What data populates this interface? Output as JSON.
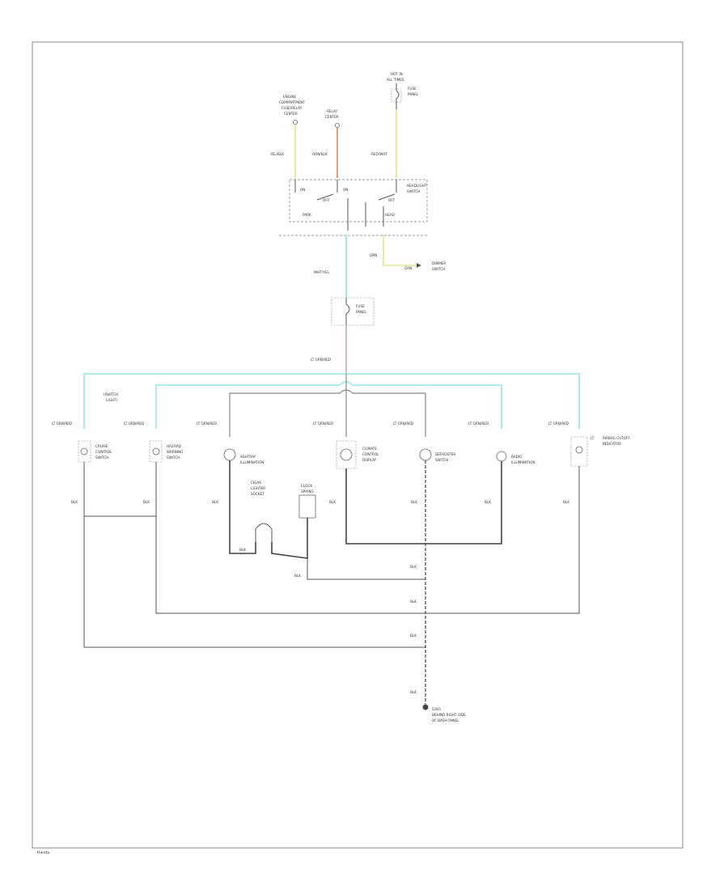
{
  "labels": {
    "sw_top1": "ENGINE",
    "sw_top2": "COMPARTMENT",
    "sw_top3": "FUSE/RELAY",
    "sw_top4": "CENTER",
    "sw_mid1": "RELAY",
    "sw_mid2": "CENTER",
    "hot_top1": "HOT IN",
    "hot_top2": "ALL TIMES",
    "fuse_top1": "FUSE",
    "fuse_top2": "PANEL",
    "w_yel": "YEL/BLK",
    "w_orn": "ORN/BLK",
    "w_red": "RED/WHT",
    "sw_name1": "HEADLIGHT",
    "sw_name2": "SWITCH",
    "sw_on": "ON",
    "sw_off": "OFF",
    "sw_park": "PARK",
    "sw_head": "HEAD",
    "dimmer_wire": "GRN",
    "dimmer1": "DIMMER",
    "dimmer2": "SWITCH",
    "fuse2_wire": "WHT/YEL",
    "fuse2_1": "FUSE",
    "fuse2_2": "PANEL",
    "bus_wire": "LT GRN/RED",
    "bus_sub1": "(SWITCH",
    "bus_sub2": "LIGHT)",
    "tap_wire": "LT GRN/RED",
    "c1_1": "CRUISE",
    "c1_2": "CONTROL",
    "c1_3": "SWITCH",
    "c2_1": "HAZARD",
    "c2_2": "WARNING",
    "c2_3": "SWITCH",
    "c3_1": "ASHTRAY",
    "c3_2": "ILLUMINATION",
    "c4_1": "CLIMATE",
    "c4_2": "CONTROL",
    "c4_3": "DISPLAY",
    "c5_1": "DEFROSTER",
    "c5_2": "SWITCH",
    "c6_1": "RADIO",
    "c6_2": "ILLUMINATION",
    "c7_1": "LT",
    "c7_2": "AIRBAG CUTOFF",
    "c7_3": "INDICATOR",
    "gnd1": "BLK",
    "cigar1": "CIGAR",
    "cigar2": "LIGHTER",
    "cigar3": "SOCKET",
    "clock1": "CLOCK",
    "clock2": "SPRING",
    "gnd_label1": "G401",
    "gnd_label2": "BEHIND RIGHT SIDE",
    "gnd_label3": "OF DASH PANEL",
    "foot": "Honda"
  }
}
